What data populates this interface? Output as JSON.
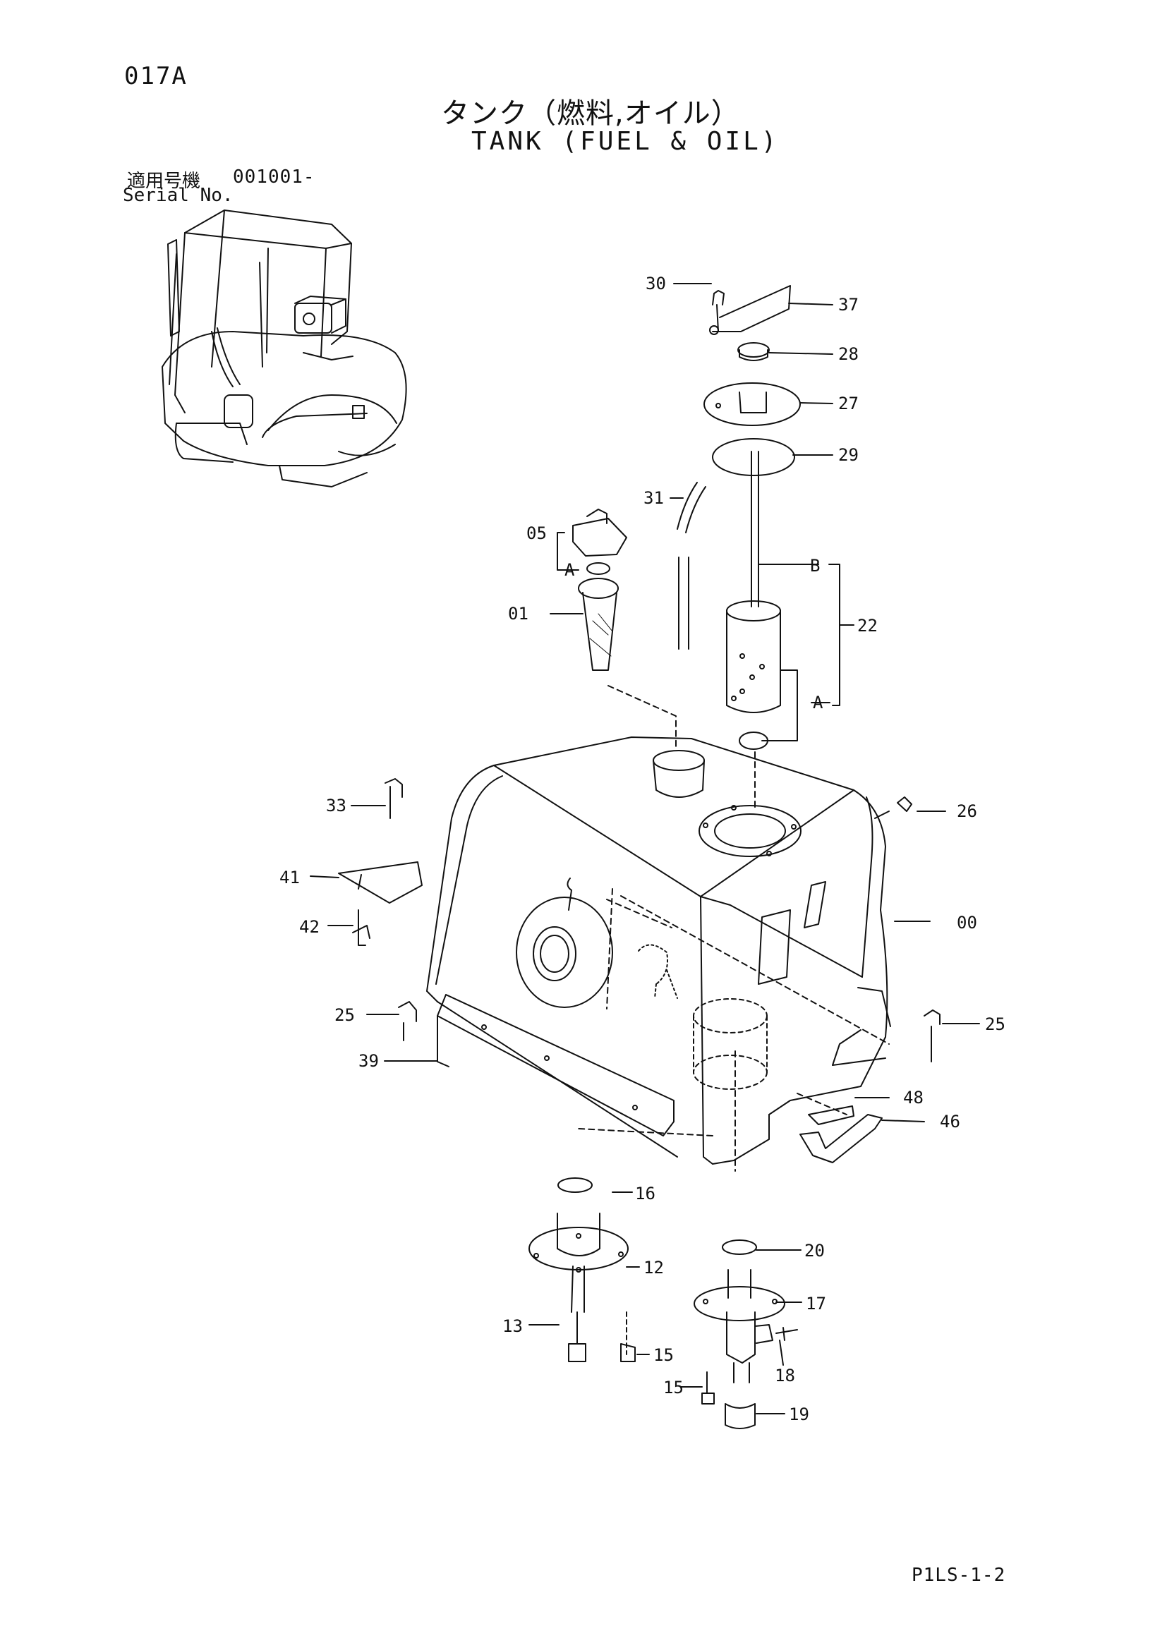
{
  "header": {
    "page_code": "017A",
    "title_jp": "タンク（燃料,オイル）",
    "title_en": "TANK (FUEL & OIL)"
  },
  "serial": {
    "label_jp": "適用号機",
    "value": "001001-",
    "label_en": "Serial No."
  },
  "callouts": [
    {
      "id": "c30",
      "label": "30"
    },
    {
      "id": "c37",
      "label": "37"
    },
    {
      "id": "c28",
      "label": "28"
    },
    {
      "id": "c27",
      "label": "27"
    },
    {
      "id": "c29",
      "label": "29"
    },
    {
      "id": "c31",
      "label": "31"
    },
    {
      "id": "c05",
      "label": "05"
    },
    {
      "id": "cA1",
      "label": "A"
    },
    {
      "id": "cB",
      "label": "B"
    },
    {
      "id": "c22",
      "label": "22"
    },
    {
      "id": "c01",
      "label": "01"
    },
    {
      "id": "cA2",
      "label": "A"
    },
    {
      "id": "c33",
      "label": "33"
    },
    {
      "id": "c26",
      "label": "26"
    },
    {
      "id": "c41",
      "label": "41"
    },
    {
      "id": "c00",
      "label": "00"
    },
    {
      "id": "c42",
      "label": "42"
    },
    {
      "id": "c25a",
      "label": "25"
    },
    {
      "id": "c25b",
      "label": "25"
    },
    {
      "id": "c39",
      "label": "39"
    },
    {
      "id": "c48",
      "label": "48"
    },
    {
      "id": "c46",
      "label": "46"
    },
    {
      "id": "c16",
      "label": "16"
    },
    {
      "id": "c20",
      "label": "20"
    },
    {
      "id": "c12",
      "label": "12"
    },
    {
      "id": "c17",
      "label": "17"
    },
    {
      "id": "c13",
      "label": "13"
    },
    {
      "id": "c15a",
      "label": "15"
    },
    {
      "id": "c18",
      "label": "18"
    },
    {
      "id": "c15b",
      "label": "15"
    },
    {
      "id": "c19",
      "label": "19"
    }
  ],
  "footer": {
    "page_ref": "P1LS-1-2"
  }
}
